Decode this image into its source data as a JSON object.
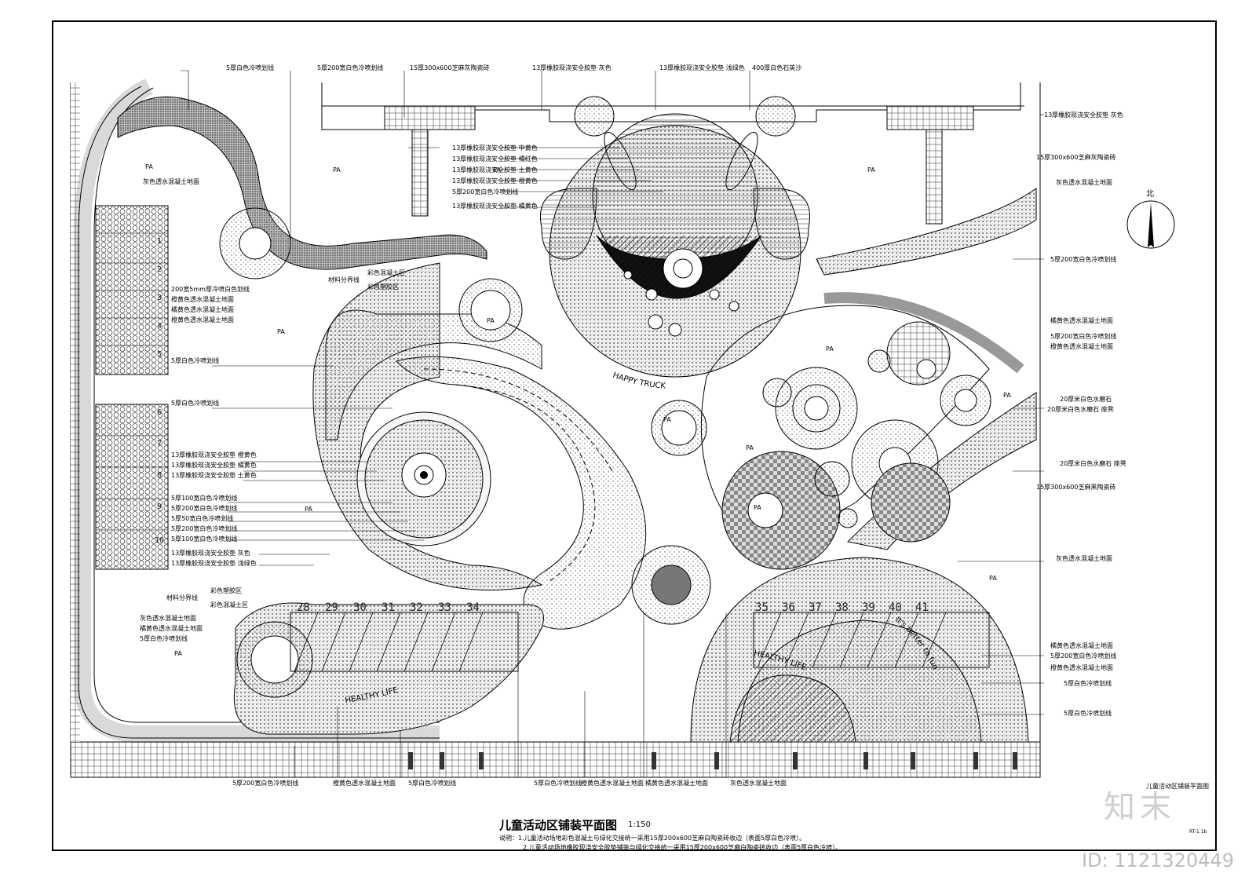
{
  "drawing": {
    "title": "儿童活动区铺装平面图",
    "scale": "1:150",
    "notes": [
      "说明：1.儿童活动场地彩色混凝土与绿化交接统一采用15厚200x600芝麻白陶瓷砖收边（表面5厚白色冷喷）。",
      "2.儿童活动场地橡胶现浇安全胶垫铺装与绿化交接统一采用15厚200x600芝麻白陶瓷砖收边（表面5厚白色冷喷）。"
    ],
    "sheet_title": "儿童活动区铺装平面图",
    "sheet_number": "RT-1.1b",
    "north_label": "北"
  },
  "callouts_top": [
    "5厚白色冷喷划线",
    "5厚200宽白色冷喷划线",
    "15厚300x600芝麻灰陶瓷砖",
    "13厚橡胶现浇安全胶垫 灰色",
    "13厚橡胶现浇安全胶垫 浅绿色",
    "400厚白色石英沙"
  ],
  "callouts_center_stack": [
    "13厚橡胶现浇安全胶垫 中黄色",
    "13厚橡胶现浇安全胶垫 橘红色",
    "13厚橡胶现浇安全胶垫 土黄色",
    "13厚橡胶现浇安全胶垫 橙黄色",
    "5厚200宽白色冷喷划线",
    "13厚橡胶现浇安全胶垫 橘黄色"
  ],
  "callouts_left": [
    "灰色透水混凝土地面",
    "200宽5mm厚冷喷白色划线",
    "橙黄色透水混凝土地面",
    "橘黄色透水混凝土地面",
    "橙黄色透水混凝土地面",
    "5厚白色冷喷划线",
    "5厚白色冷喷划线",
    "13厚橡胶现浇安全胶垫 橙黄色",
    "13厚橡胶现浇安全胶垫 橘黄色",
    "13厚橡胶现浇安全胶垫 土黄色",
    "5厚100宽白色冷喷划线",
    "5厚200宽白色冷喷划线",
    "5厚50宽白色冷喷划线",
    "5厚200宽白色冷喷划线",
    "5厚100宽白色冷喷划线",
    "13厚橡胶现浇安全胶垫 灰色",
    "13厚橡胶现浇安全胶垫 浅绿色",
    "灰色透水混凝土地面",
    "橘黄色透水混凝土地面",
    "5厚白色冷喷划线"
  ],
  "material_boundary_1": {
    "label": "材料分界线",
    "upper": "彩色混凝土区",
    "lower": "彩色塑胶区"
  },
  "material_boundary_2": {
    "label": "材料分界线",
    "upper": "彩色塑胶区",
    "lower": "彩色混凝土区"
  },
  "callouts_right": [
    "13厚橡胶现浇安全胶垫 灰色",
    "15厚300x600芝麻灰陶瓷砖",
    "灰色透水混凝土地面",
    "5厚200宽白色冷喷划线",
    "橘黄色透水混凝土地面",
    "5厚200宽白色冷喷划线",
    "橙黄色透水混凝土地面",
    "20厚米白色水磨石",
    "20厚米白色水磨石 座凳",
    "20厚米白色水磨石 座凳",
    "15厚300x600芝麻黑陶瓷砖",
    "灰色透水混凝土地面",
    "橘黄色透水混凝土地面",
    "5厚200宽白色冷喷划线",
    "橙黄色透水混凝土地面",
    "5厚白色冷喷划线",
    "5厚白色冷喷划线"
  ],
  "callouts_bottom": [
    "5厚200宽白色冷喷划线",
    "橙黄色透水混凝土地面",
    "5厚白色冷喷划线",
    "5厚白色冷喷划线",
    "橙黄色透水混凝土地面",
    "橘黄色透水混凝土地面",
    "灰色透水混凝土地面"
  ],
  "area_tag": "PA",
  "step_numbers_left": [
    "28",
    "29",
    "30",
    "31",
    "32",
    "33",
    "34"
  ],
  "step_numbers_right": [
    "35",
    "36",
    "37",
    "38",
    "39",
    "40",
    "41"
  ],
  "grid_numbers": [
    "1",
    "2",
    "3",
    "4",
    "5",
    "6",
    "7",
    "8",
    "9",
    "10"
  ],
  "curved_texts": [
    "HAPPY TRUCK",
    "HEALTHY LIFE",
    "HEALTHY LIFE",
    "It's better to fun"
  ],
  "watermark": {
    "logo": "知末",
    "id": "ID: 1121320449"
  }
}
